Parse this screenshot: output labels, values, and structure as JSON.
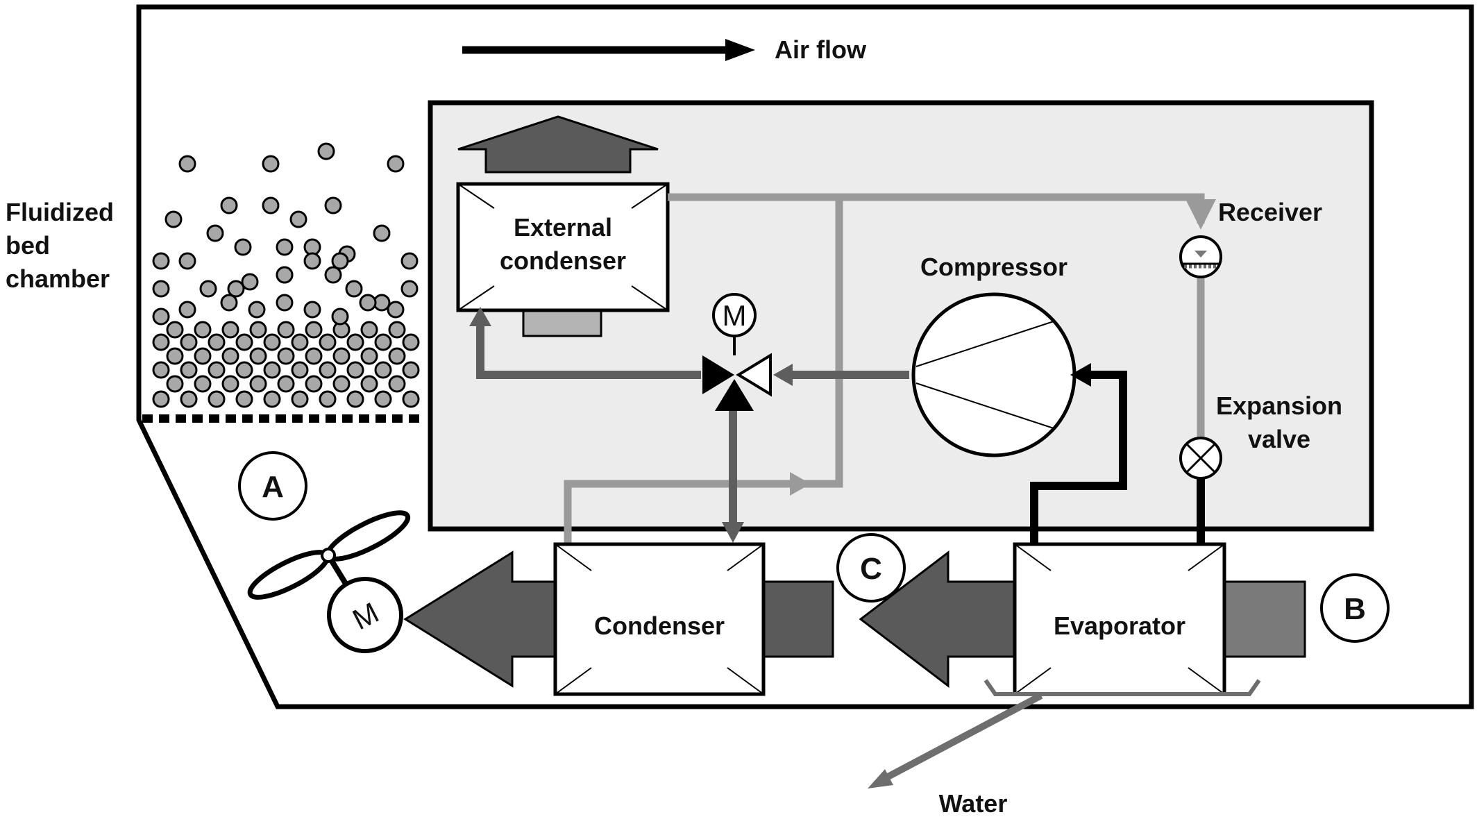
{
  "labels": {
    "air_flow": "Air flow",
    "fluidized_bed_line1": "Fluidized",
    "fluidized_bed_line2": "bed",
    "fluidized_bed_line3": "chamber",
    "external_condenser_line1": "External",
    "external_condenser_line2": "condenser",
    "compressor": "Compressor",
    "receiver": "Receiver",
    "expansion_valve_line1": "Expansion",
    "expansion_valve_line2": "valve",
    "condenser": "Condenser",
    "evaporator": "Evaporator",
    "water": "Water",
    "motor_symbol": "M",
    "point_a": "A",
    "point_b": "B",
    "point_c": "C"
  },
  "colors": {
    "outline": "#000000",
    "inner_panel_fill": "#ececec",
    "air_arrow_dark": "#5a5a5a",
    "air_arrow_mid": "#6e6e6e",
    "light_refrigerant_line": "#9a9a9a",
    "medium_refrigerant_line": "#6a6a6a",
    "particle_fill": "#a8a8a8"
  }
}
